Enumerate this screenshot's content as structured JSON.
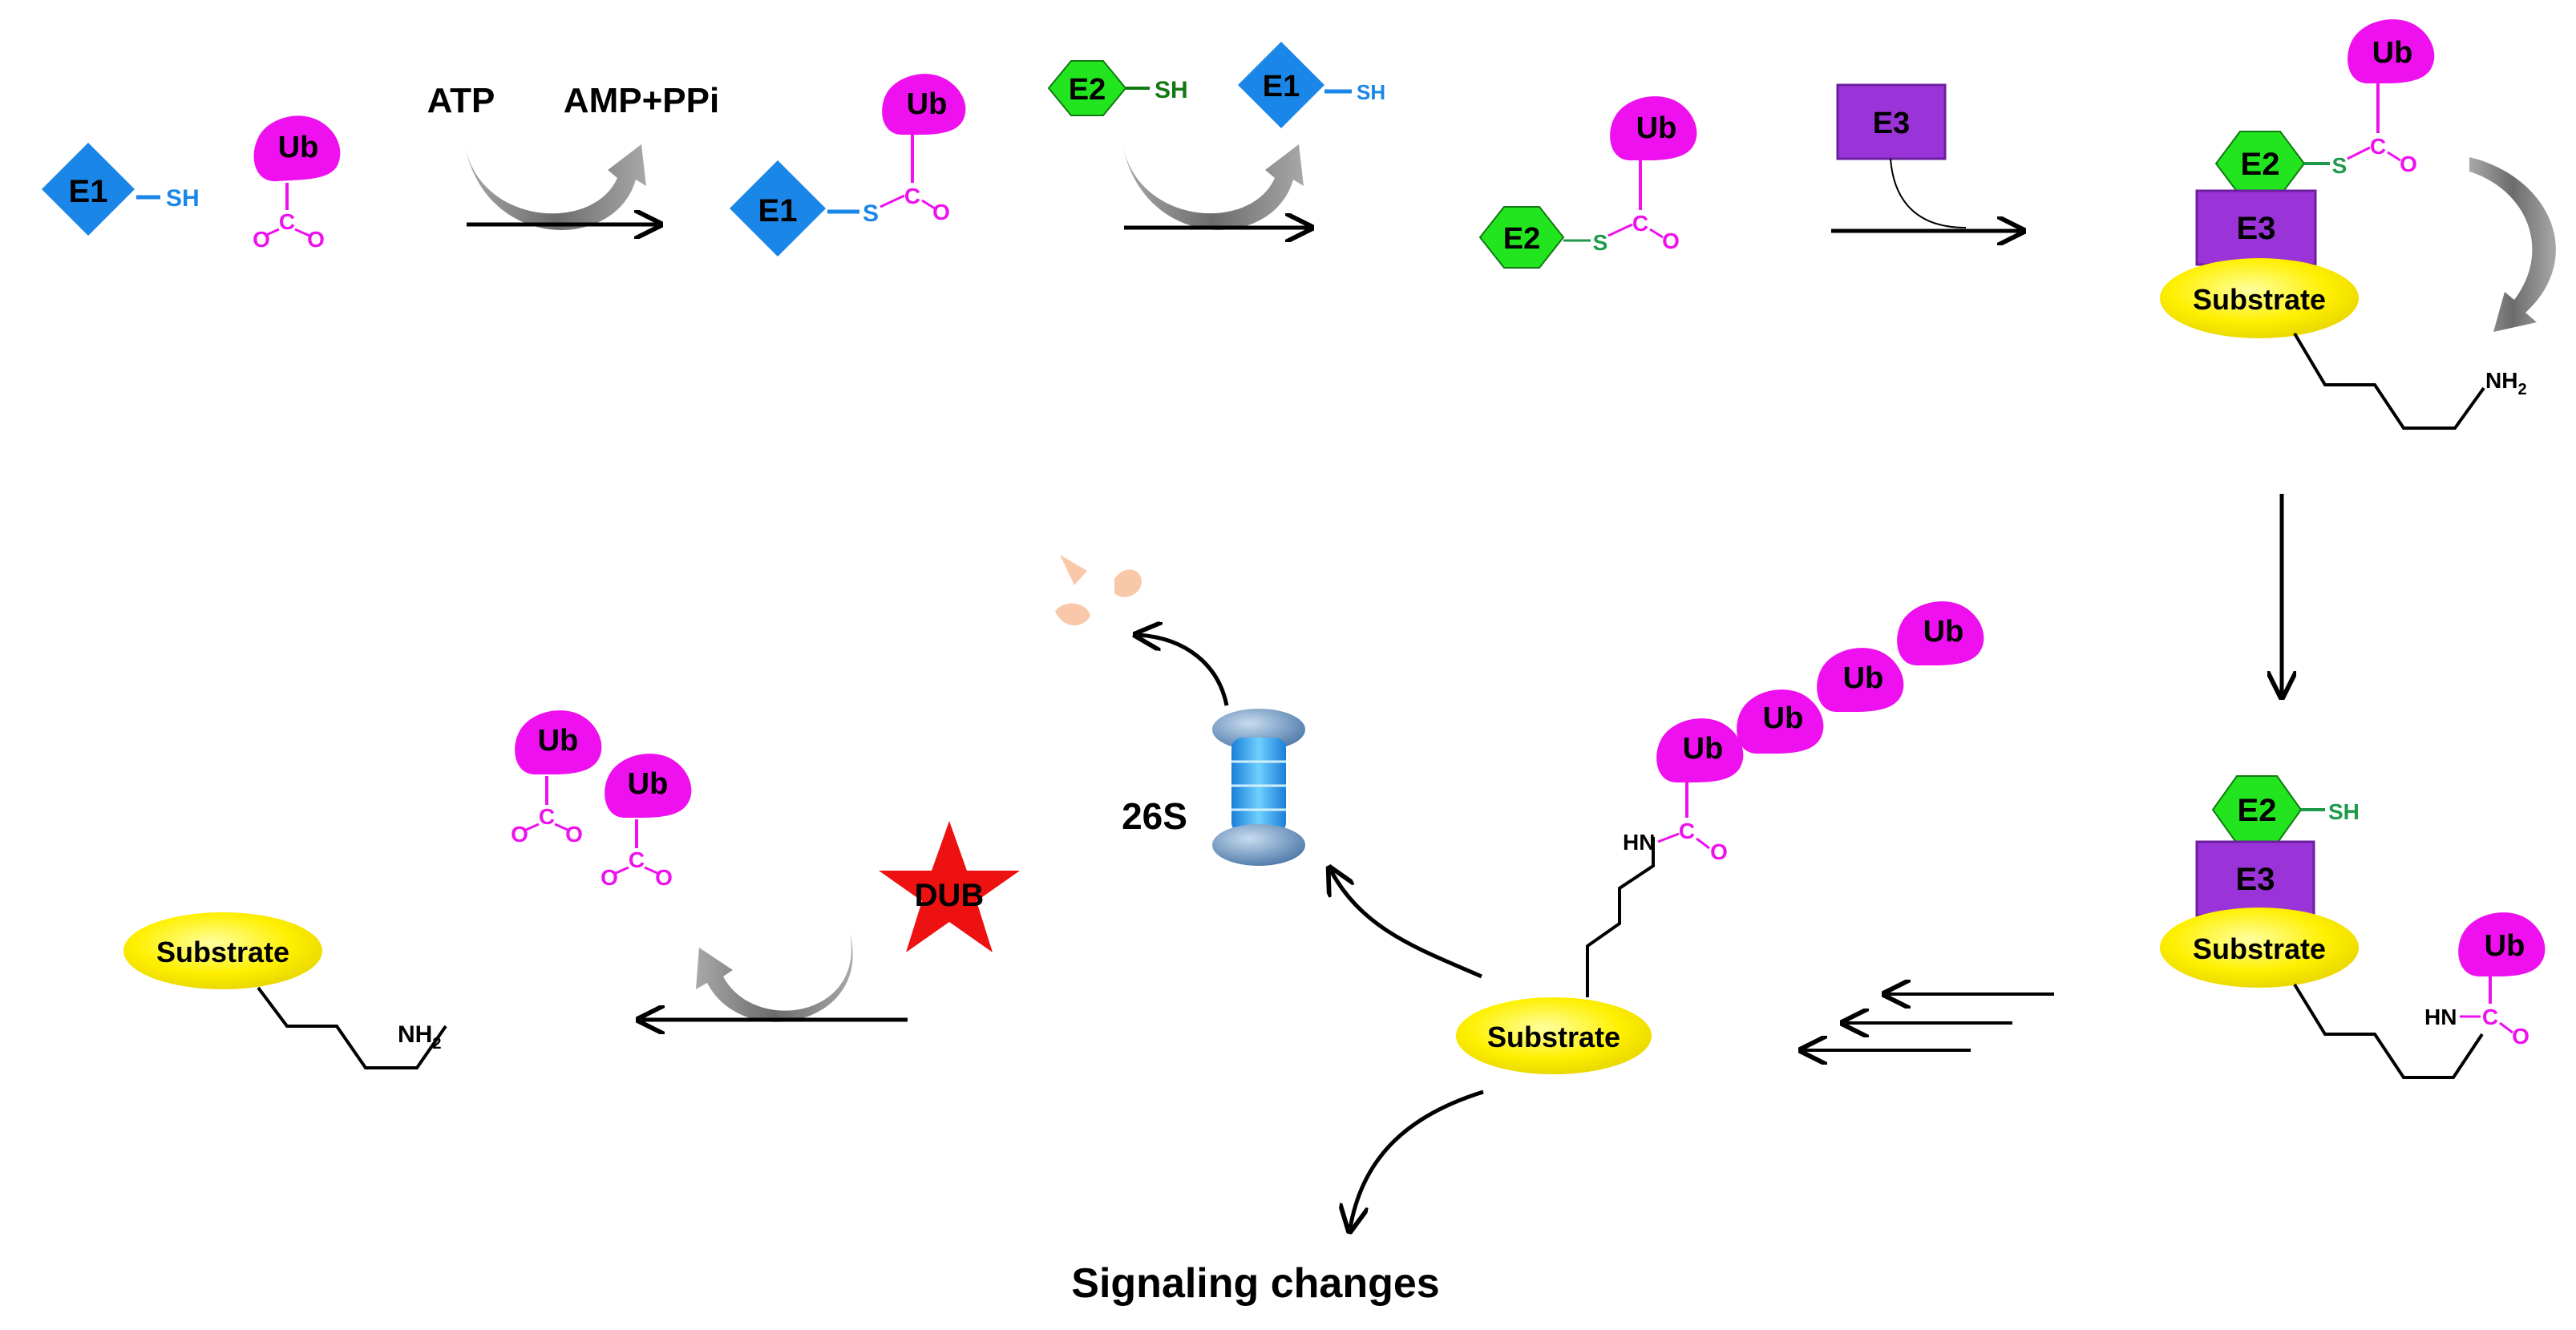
{
  "labels": {
    "e1": "E1",
    "e2": "E2",
    "e3": "E3",
    "ub": "Ub",
    "substrate": "Substrate",
    "sh": "SH",
    "s": "S",
    "c": "C",
    "o": "O",
    "nh2": "NH",
    "nh2_sub": "2",
    "hn": "HN",
    "atp": "ATP",
    "amp_ppi": "AMP+PPi",
    "proteasome": "26S",
    "dub": "DUB",
    "signaling": "Signaling changes"
  },
  "colors": {
    "e1": "#1a86e8",
    "e2": "#22e51f",
    "e2_stroke": "#127a12",
    "e3": "#9b34d8",
    "e3_stroke": "#6b1fa0",
    "ub": "#ee10ee",
    "substrate": "#ffee00",
    "dub": "#ee1111",
    "curved_arrow": "#888888",
    "proteasome": "#2ea8f0",
    "fragment": "#f8c8a8",
    "bond_e2": "#1e9a4a",
    "arrow": "#000000"
  },
  "icons": [
    "e1-diamond",
    "e2-hexagon",
    "e3-square",
    "ubiquitin-blob",
    "substrate-ellipse",
    "proteasome-barrel",
    "dub-star",
    "peptide-fragments"
  ]
}
